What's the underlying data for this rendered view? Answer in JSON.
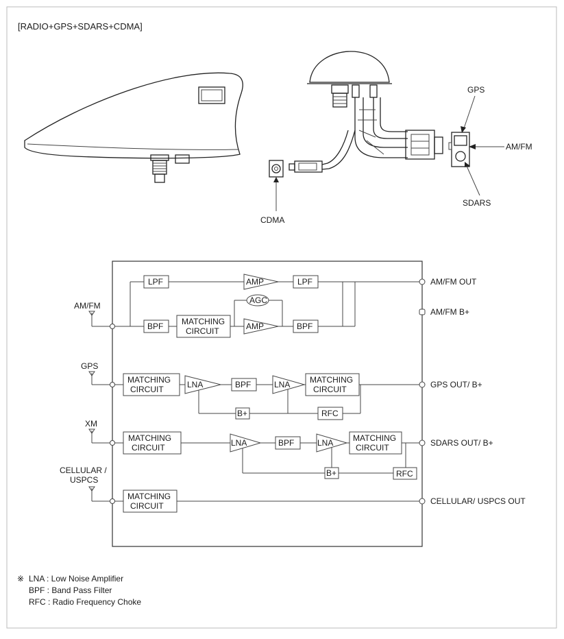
{
  "title": "[RADIO+GPS+SDARS+CDMA]",
  "callouts": {
    "gps": "GPS",
    "amfm": "AM/FM",
    "sdars": "SDARS",
    "cdma": "CDMA"
  },
  "inputs": {
    "amfm": "AM/FM",
    "gps": "GPS",
    "xm": "XM",
    "cellular_1": "CELLULAR /",
    "cellular_2": "USPCS"
  },
  "outputs": {
    "amfm_out": "AM/FM OUT",
    "amfm_b": "AM/FM B+",
    "gps_out": "GPS OUT/ B+",
    "sdars_out": "SDARS OUT/ B+",
    "cellular_out": "CELLULAR/ USPCS OUT"
  },
  "blocks": {
    "lpf": "LPF",
    "bpf": "BPF",
    "amp": "AMP",
    "agc": "AGC",
    "lna": "LNA",
    "b_plus": "B+",
    "rfc": "RFC",
    "matching_1": "MATCHING",
    "matching_2": "CIRCUIT"
  },
  "legend": {
    "mark": "※",
    "lna": "LNA : Low Noise Amplifier",
    "bpf": "BPF : Band Pass Filter",
    "rfc": "RFC : Radio Frequency Choke"
  }
}
